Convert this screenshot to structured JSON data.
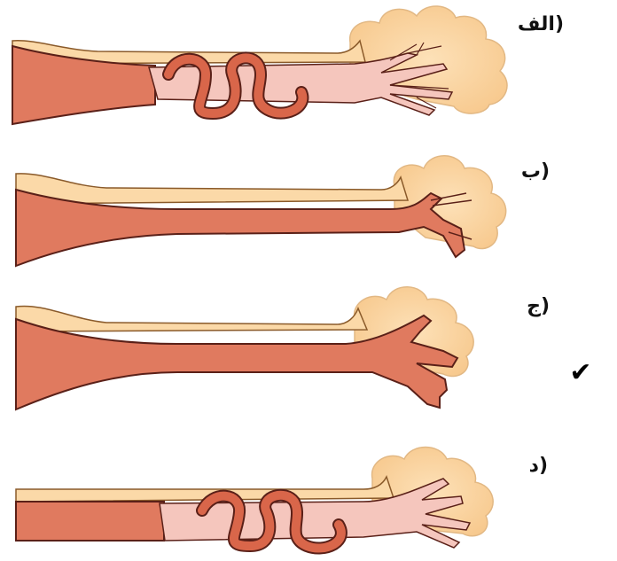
{
  "figure": {
    "panels": [
      {
        "label": "الف)",
        "fill": "#e07a5f",
        "sheath_fill": "#f5c6bd",
        "sheath_kind": "light",
        "coil": "two-turns",
        "selected": false
      },
      {
        "label": "ب)",
        "fill": "#e07a5f",
        "sheath_fill": null,
        "sheath_kind": "none",
        "coil": "none",
        "selected": false
      },
      {
        "label": "ج)",
        "fill": "#e07a5f",
        "sheath_fill": null,
        "sheath_kind": "none",
        "coil": "none",
        "selected": true
      },
      {
        "label": "د)",
        "fill": "#e07a5f",
        "sheath_fill": "#f5c6bd",
        "sheath_kind": "light",
        "coil": "two-turns",
        "selected": false
      }
    ],
    "check_mark": "✔",
    "colors": {
      "axon": "#e07a5f",
      "axon_stroke": "#5a2018",
      "sheath_light": "#f5c6bd",
      "cell_body": "#fbd9a8",
      "coil": "#d9664a"
    }
  }
}
